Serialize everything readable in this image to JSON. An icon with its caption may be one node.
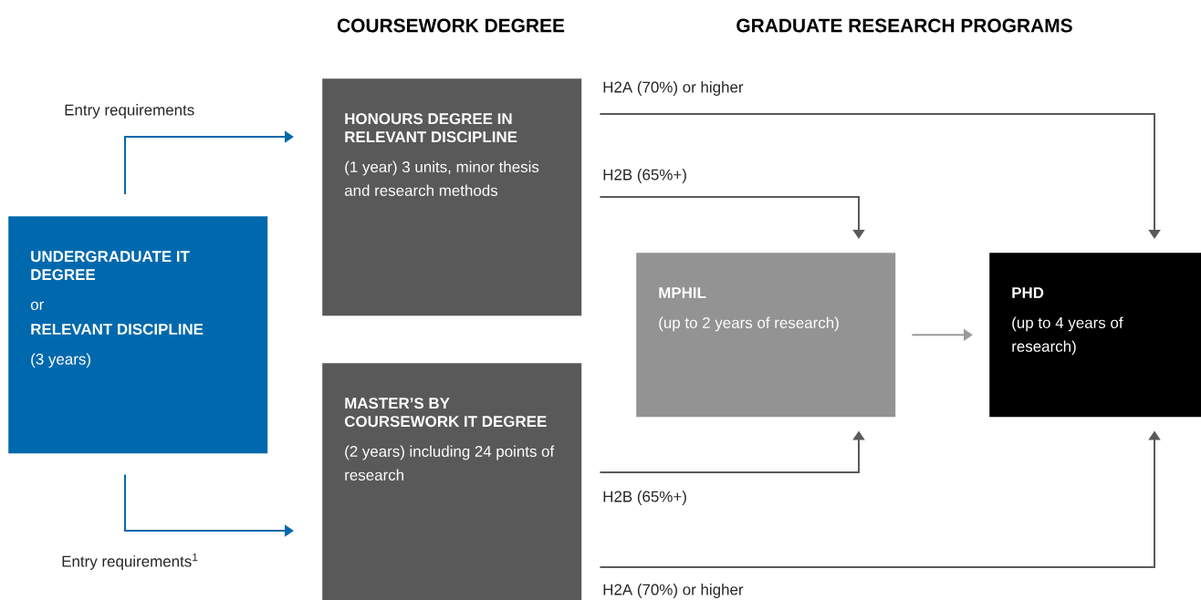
{
  "diagram": {
    "nodes": [
      {
        "text": [
          "UNDERGRADUATE IT DEGREE",
          "or",
          "RELEVANT DISCIPLINE",
          "(3 years)"
        ]
      },
      {
        "text": [
          "HONOURS DEGREE IN RELEVANT DISCIPLINE",
          "(1 year) 3 units, minor thesis and research methods"
        ]
      },
      {
        "text": [
          "MASTER’S BY COURSEWORK IT DEGREE",
          "(2 years) including 24 points of research"
        ]
      },
      {
        "text": [
          "MPHIL",
          "(up to 2 years of research)"
        ]
      },
      {
        "text": [
          "PHD",
          "(up to 4 years of research)"
        ]
      }
    ],
    "edges": [
      {
        "from": 0,
        "to": 1,
        "arrow": "to",
        "label": "Entry requirements",
        "color": "#0069ad"
      },
      {
        "from": 0,
        "to": 2,
        "arrow": "to",
        "label": "Entry requirements$^{1}$",
        "color": "#0069ad"
      },
      {
        "from": 1,
        "to": 4,
        "arrow": "to",
        "label": "H2A (70%) or higher"
      },
      {
        "from": 1,
        "to": 3,
        "arrow": "to",
        "label": "H2B (65%+)"
      },
      {
        "from": 2,
        "to": 3,
        "arrow": "to",
        "label": "H2B (65%+)"
      },
      {
        "from": 2,
        "to": 4,
        "arrow": "to",
        "label": "H2A (70%) or higher"
      },
      {
        "from": 3,
        "to": 4,
        "arrow": "to",
        "color": "#9a9a9a"
      }
    ],
    "labels": [
      "COURSEWORK DEGREE",
      "GRADUATE RESEARCH PROGRAMS"
    ]
  }
}
